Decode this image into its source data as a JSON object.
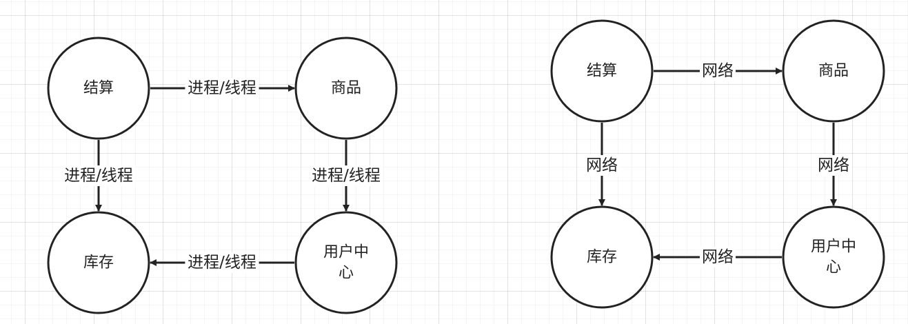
{
  "diagrams": [
    {
      "id": "left",
      "nodes": {
        "checkout": {
          "label_lines": [
            "结算"
          ]
        },
        "product": {
          "label_lines": [
            "商品"
          ]
        },
        "inventory": {
          "label_lines": [
            "库存"
          ]
        },
        "user": {
          "label_lines": [
            "用户中",
            "心"
          ]
        }
      },
      "edges": [
        {
          "id": "checkout-product",
          "from": "checkout",
          "to": "product",
          "label": "进程/线程"
        },
        {
          "id": "checkout-inventory",
          "from": "checkout",
          "to": "inventory",
          "label": "进程/线程"
        },
        {
          "id": "product-user",
          "from": "product",
          "to": "user",
          "label": "进程/线程"
        },
        {
          "id": "user-inventory",
          "from": "user",
          "to": "inventory",
          "label": "进程/线程"
        }
      ]
    },
    {
      "id": "right",
      "nodes": {
        "checkout": {
          "label_lines": [
            "结算"
          ]
        },
        "product": {
          "label_lines": [
            "商品"
          ]
        },
        "inventory": {
          "label_lines": [
            "库存"
          ]
        },
        "user": {
          "label_lines": [
            "用户中",
            "心"
          ]
        }
      },
      "edges": [
        {
          "id": "checkout-product",
          "from": "checkout",
          "to": "product",
          "label": "网络"
        },
        {
          "id": "checkout-inventory",
          "from": "checkout",
          "to": "inventory",
          "label": "网络"
        },
        {
          "id": "product-user",
          "from": "product",
          "to": "user",
          "label": "网络"
        },
        {
          "id": "user-inventory",
          "from": "user",
          "to": "inventory",
          "label": "网络"
        }
      ]
    }
  ]
}
